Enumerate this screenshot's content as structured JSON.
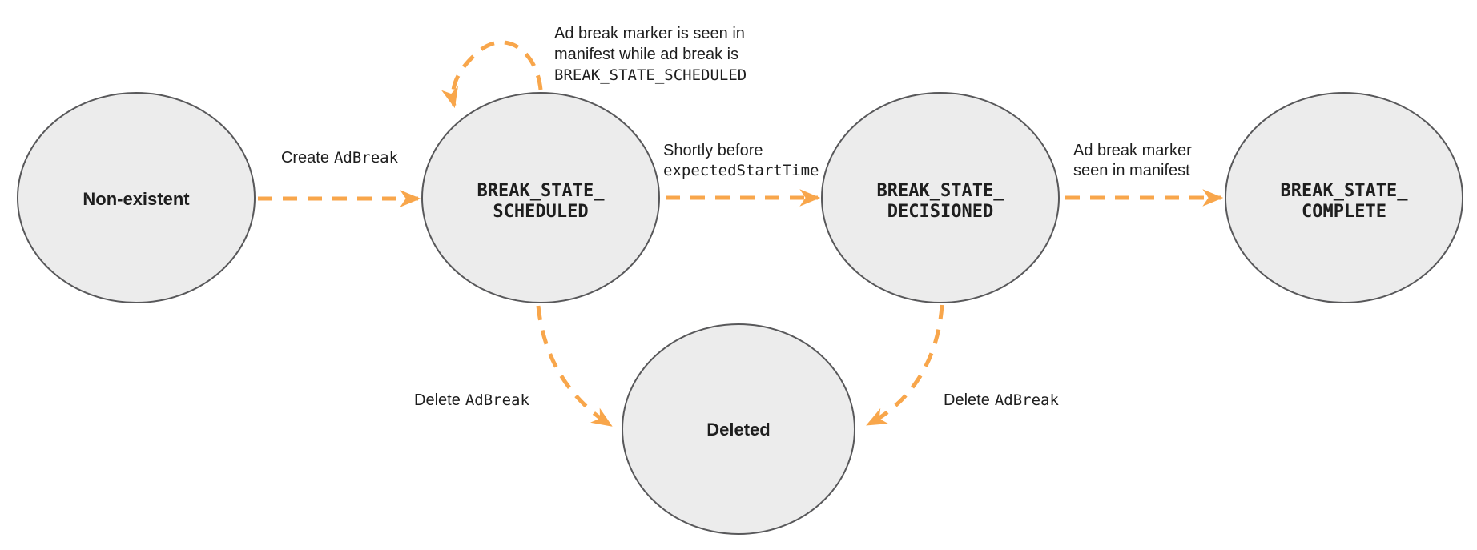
{
  "diagram": {
    "type": "state-diagram",
    "colors": {
      "accent": "#f8a64b",
      "node_fill": "#ececec",
      "node_stroke": "#58585a",
      "text": "#1e1e1e"
    },
    "nodes": {
      "non_existent": {
        "label": "Non-existent"
      },
      "scheduled": {
        "lines": [
          "BREAK_STATE_",
          "SCHEDULED"
        ]
      },
      "decisioned": {
        "lines": [
          "BREAK_STATE_",
          "DECISIONED"
        ]
      },
      "complete": {
        "lines": [
          "BREAK_STATE_",
          "COMPLETE"
        ]
      },
      "deleted": {
        "label": "Deleted"
      }
    },
    "edges": {
      "create_adbreak": {
        "text": "Create",
        "code": "AdBreak"
      },
      "scheduled_self_loop": {
        "lines": [
          "Ad break marker is seen in",
          "manifest while ad break is"
        ],
        "code_line": "BREAK_STATE_SCHEDULED"
      },
      "scheduled_to_decisioned": {
        "text": "Shortly before",
        "code_line": "expectedStartTime"
      },
      "decisioned_to_complete": {
        "lines": [
          "Ad break marker",
          "seen in manifest"
        ]
      },
      "scheduled_to_deleted": {
        "text": "Delete",
        "code": "AdBreak"
      },
      "decisioned_to_deleted": {
        "text": "Delete",
        "code": "AdBreak"
      }
    }
  }
}
